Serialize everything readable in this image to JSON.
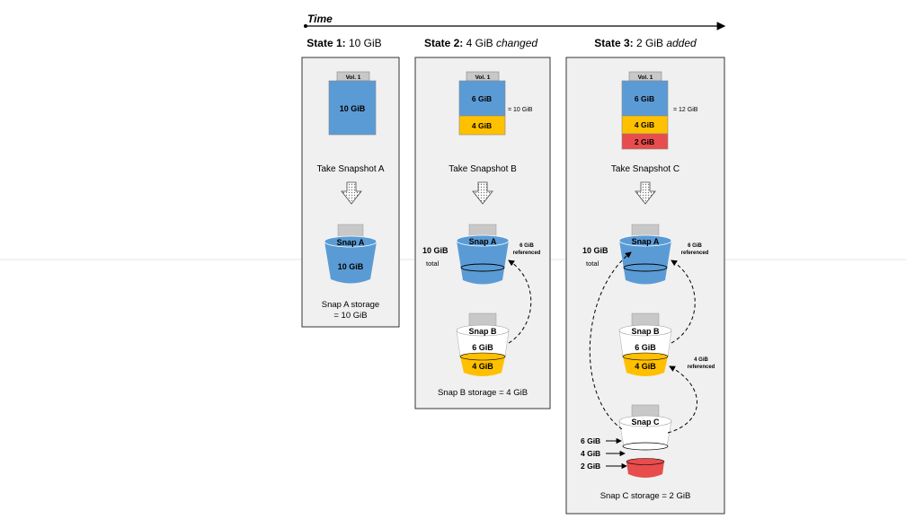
{
  "time_label": "Time",
  "states": [
    {
      "title_bold": "State 1:",
      "title_normal": " 10 GiB",
      "title_italic": "",
      "volume": {
        "label": "Vol. 1",
        "segments": [
          {
            "text": "10 GiB",
            "color": "#5b9bd5"
          }
        ],
        "total": ""
      },
      "action": "Take Snapshot A",
      "snapshots": [
        {
          "name": "Snap A",
          "layers": [
            "10 GiB"
          ]
        }
      ],
      "storage_text": [
        "Snap A storage",
        "= 10 GiB"
      ]
    },
    {
      "title_bold": "State 2:",
      "title_normal": " 4 GiB ",
      "title_italic": "changed",
      "volume": {
        "label": "Vol. 1",
        "segments": [
          {
            "text": "6 GiB",
            "color": "#5b9bd5"
          },
          {
            "text": "4 GiB",
            "color": "#ffc000"
          }
        ],
        "total": "= 10 GiB"
      },
      "action": "Take Snapshot B",
      "snapshots": [
        {
          "name": "Snap A",
          "layers": []
        },
        {
          "name": "Snap B",
          "layers": [
            "6 GiB",
            "4 GiB"
          ]
        }
      ],
      "side_total": [
        "10 GiB",
        "total"
      ],
      "references": [
        [
          "6 GiB",
          "referenced"
        ]
      ],
      "storage_text": [
        "Snap B storage = 4 GiB"
      ]
    },
    {
      "title_bold": "State 3:",
      "title_normal": " 2 GiB ",
      "title_italic": "added",
      "volume": {
        "label": "Vol. 1",
        "segments": [
          {
            "text": "6 GiB",
            "color": "#5b9bd5"
          },
          {
            "text": "4 GiB",
            "color": "#ffc000"
          },
          {
            "text": "2 GiB",
            "color": "#e84c4c"
          }
        ],
        "total": "= 12 GiB"
      },
      "action": "Take Snapshot C",
      "snapshots": [
        {
          "name": "Snap A",
          "layers": []
        },
        {
          "name": "Snap B",
          "layers": [
            "6 GiB",
            "4 GiB"
          ]
        },
        {
          "name": "Snap C",
          "layers": []
        }
      ],
      "side_total": [
        "10 GiB",
        "total"
      ],
      "references": [
        [
          "6 GiB",
          "referenced"
        ],
        [
          "4 GiB",
          "referenced"
        ]
      ],
      "snap_c_layer_labels": [
        "6 GiB",
        "4 GiB",
        "2 GiB"
      ],
      "storage_text": [
        "Snap C storage = 2 GiB"
      ]
    }
  ],
  "colors": {
    "blue": "#5b9bd5",
    "yellow": "#ffc000",
    "red": "#e84c4c",
    "panel": "#f0f0f0",
    "cap": "#c8c8c8"
  }
}
